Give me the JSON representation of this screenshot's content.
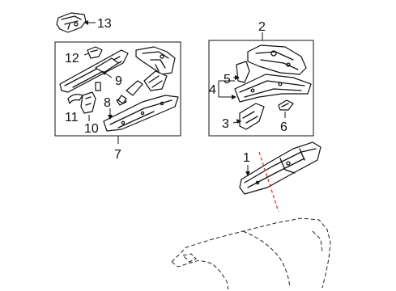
{
  "diagram": {
    "callouts": {
      "c1": "1",
      "c2": "2",
      "c3": "3",
      "c4": "4",
      "c5": "5",
      "c6": "6",
      "c7": "7",
      "c8": "8",
      "c9": "9",
      "c10": "10",
      "c11": "11",
      "c12": "12",
      "c13": "13"
    },
    "colors": {
      "line": "#111111",
      "cut_line": "#e0302a",
      "background": "#ffffff"
    }
  }
}
